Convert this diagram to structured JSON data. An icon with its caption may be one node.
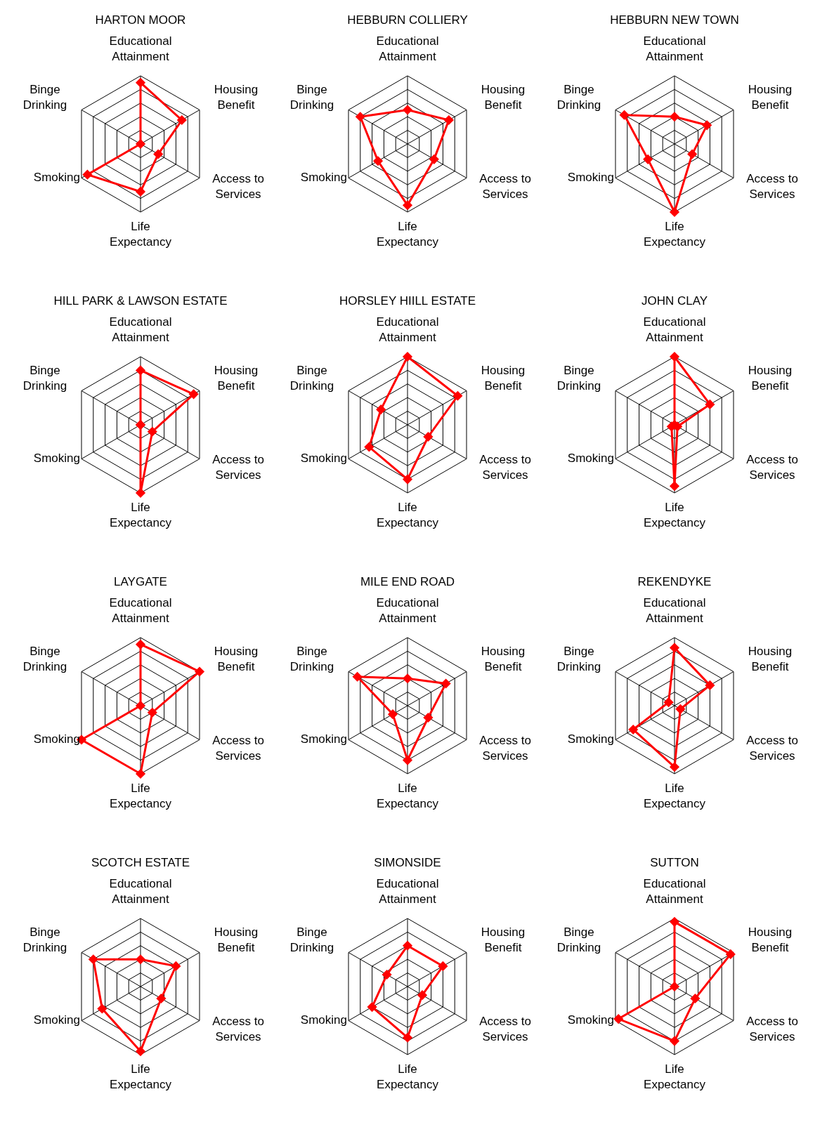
{
  "diagram": {
    "labels": [
      "HARTON MOOR",
      "Educational Attainment",
      "Housing Benefit",
      "Access to Services",
      "Life Expectancy",
      "Smoking",
      "Binge Drinking",
      "HEBBURN COLLIERY",
      "Educational Attainment",
      "Housing Benefit",
      "Access to Services",
      "Life Expectancy",
      "Smoking",
      "Binge Drinking",
      "HEBBURN NEW TOWN",
      "Educational Attainment",
      "Housing Benefit",
      "Access to Services",
      "Life Expectancy",
      "Smoking",
      "Binge Drinking",
      "HILL PARK & LAWSON ESTATE",
      "Educational Attainment",
      "Housing Benefit",
      "Access to Services",
      "Life Expectancy",
      "Smoking",
      "Binge Drinking",
      "HORSLEY HIILL ESTATE",
      "Educational Attainment",
      "Housing Benefit",
      "Access to Services",
      "Life Expectancy",
      "Smoking",
      "Binge Drinking",
      "JOHN CLAY",
      "Educational Attainment",
      "Housing Benefit",
      "Access to Services",
      "Life Expectancy",
      "Smoking",
      "Binge Drinking",
      "LAYGATE",
      "Educational Attainment",
      "Housing Benefit",
      "Access to Services",
      "Life Expectancy",
      "Smoking",
      "Binge Drinking",
      "MILE END ROAD",
      "Educational Attainment",
      "Housing Benefit",
      "Access to Services",
      "Life Expectancy",
      "Smoking",
      "Binge Drinking",
      "REKENDYKE",
      "Educational Attainment",
      "Housing Benefit",
      "Access to Services",
      "Life Expectancy",
      "Smoking",
      "Binge Drinking",
      "SCOTCH ESTATE",
      "Educational Attainment",
      "Housing Benefit",
      "Access to Services",
      "Life Expectancy",
      "Smoking",
      "Binge Drinking",
      "SIMONSIDE",
      "Educational Attainment",
      "Housing Benefit",
      "Access to Services",
      "Life Expectancy",
      "Smoking",
      "Binge Drinking",
      "SUTTON",
      "Educational Attainment",
      "Housing Benefit",
      "Access to Services",
      "Life Expectancy",
      "Smoking",
      "Binge Drinking"
    ]
  }
}
